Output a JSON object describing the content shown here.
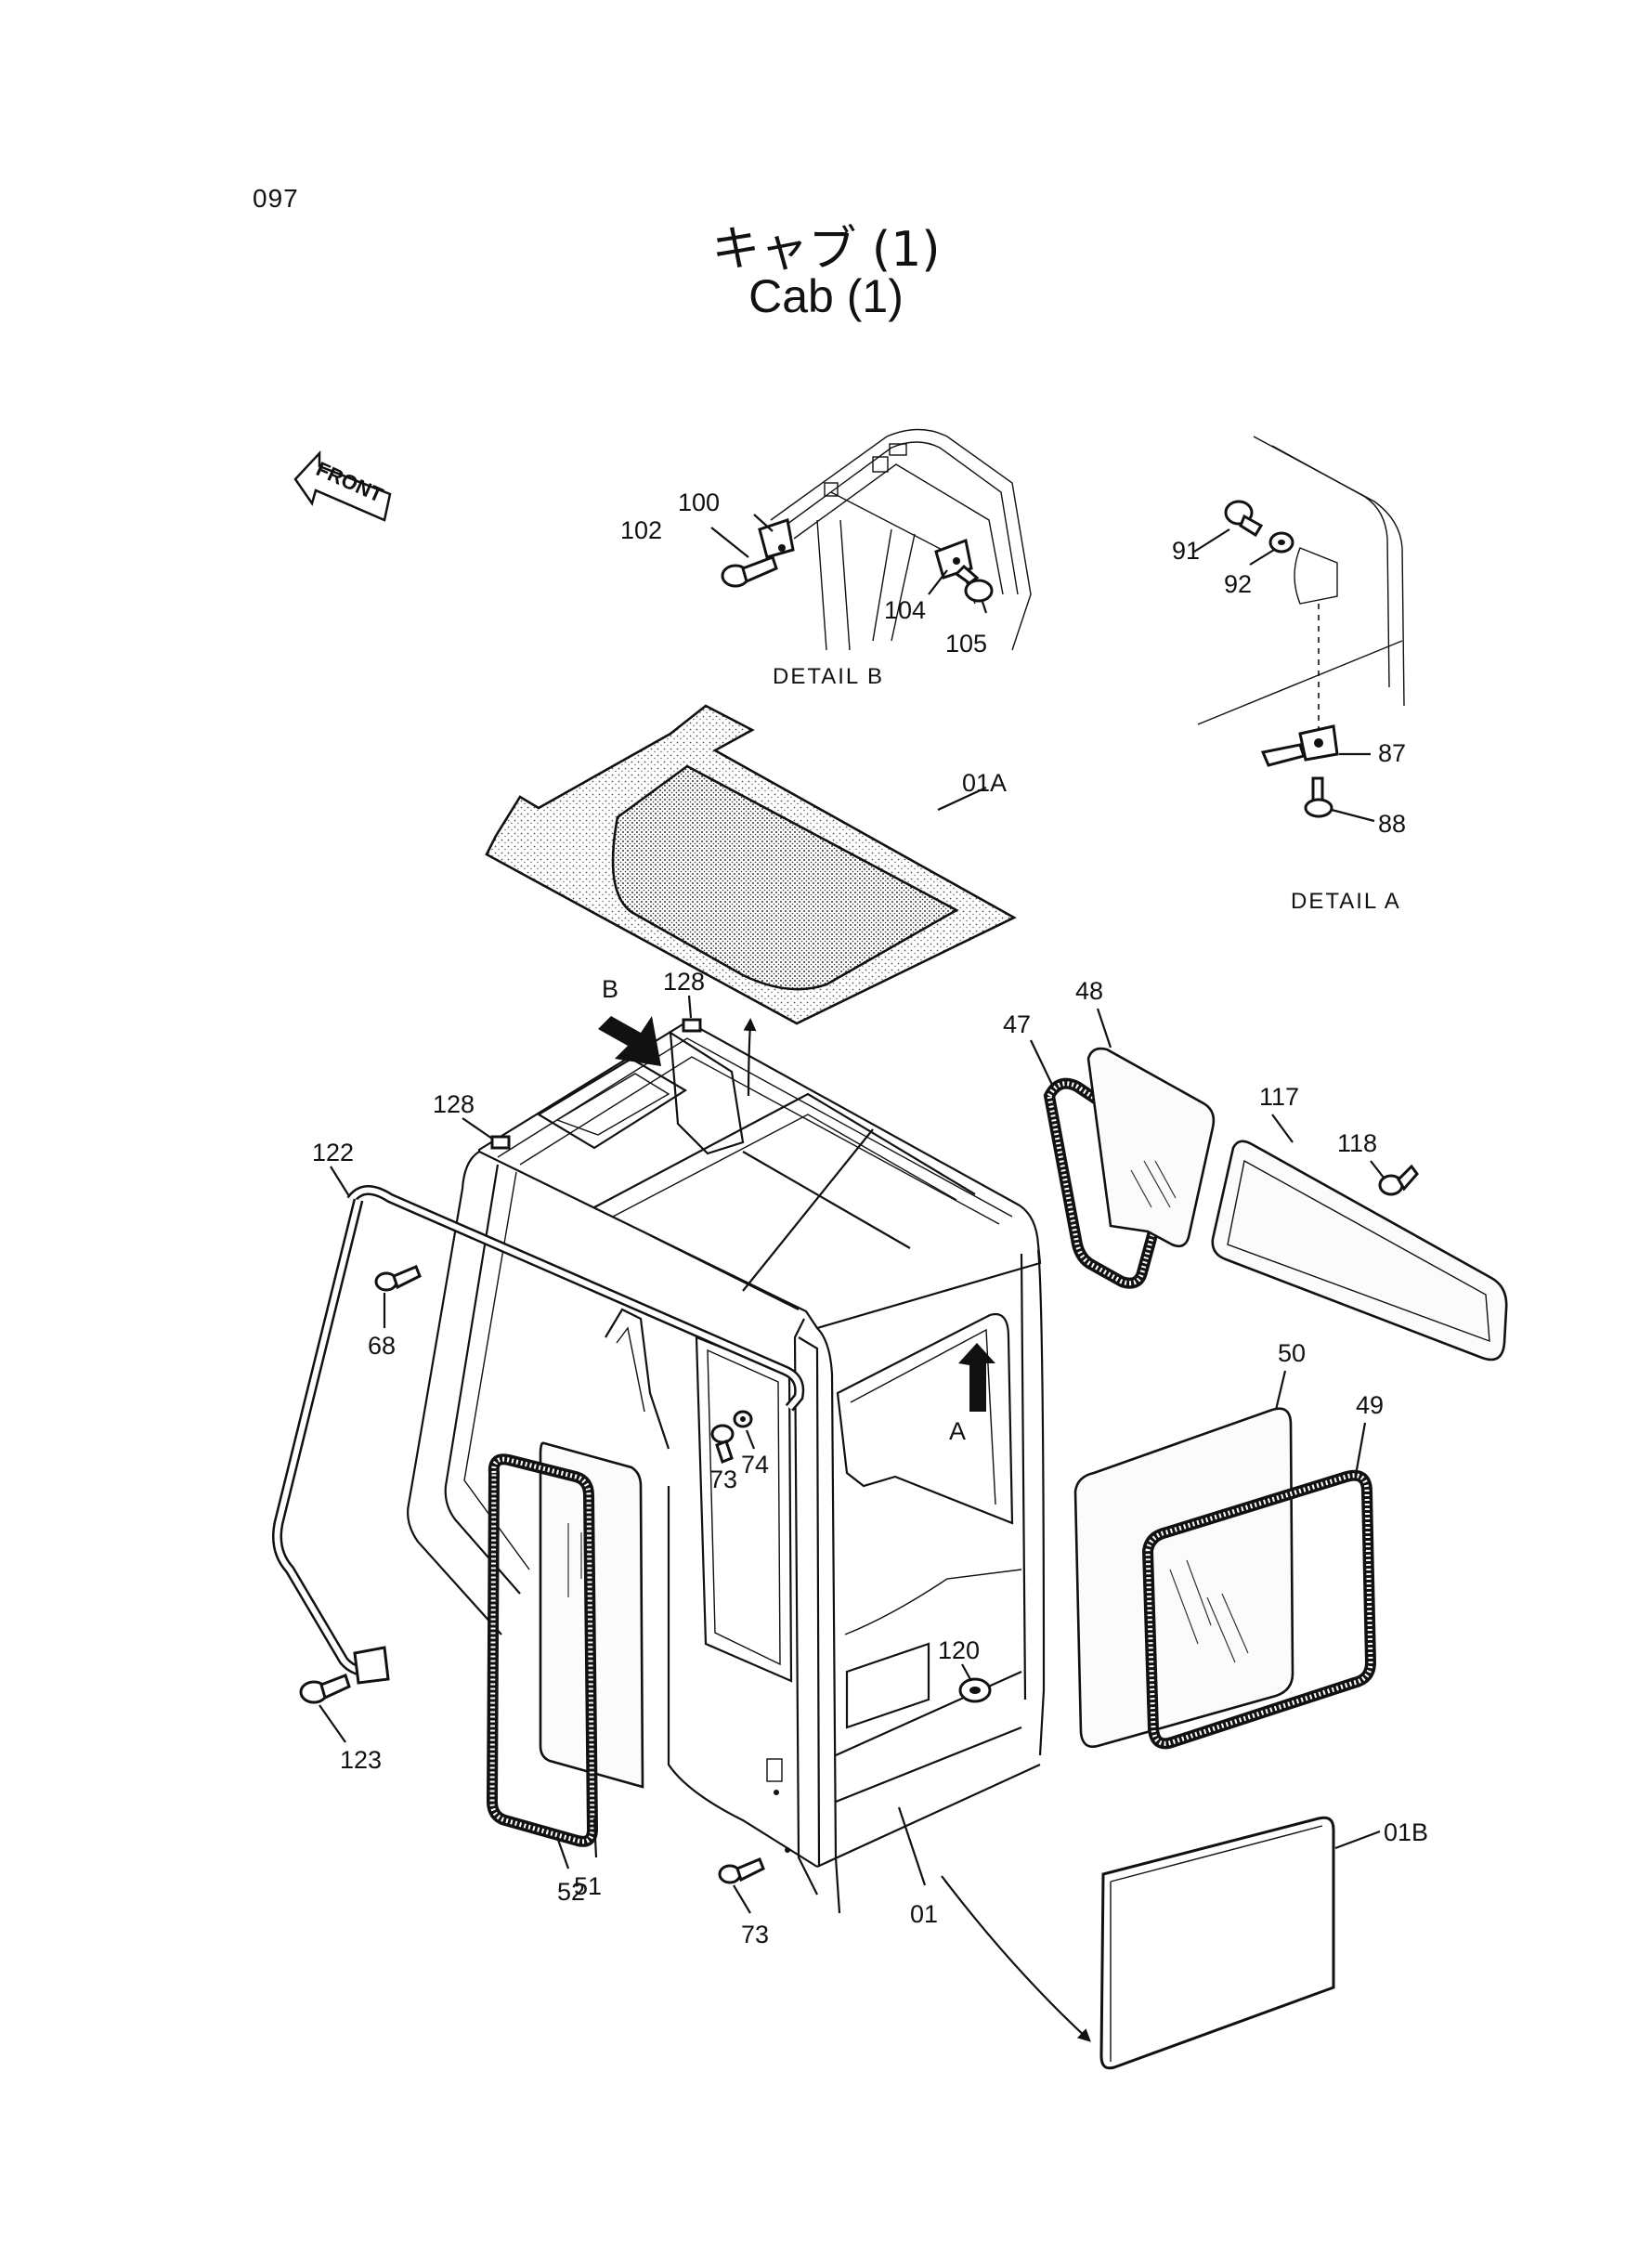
{
  "page_number": "097",
  "title": {
    "japanese": "キャブ (1)",
    "english": "Cab (1)"
  },
  "front_indicator": "FRONT",
  "detail_labels": {
    "b": "DETAIL B",
    "a": "DETAIL A"
  },
  "view_arrows": {
    "b": "B",
    "a": "A"
  },
  "callouts": {
    "c100": "100",
    "c102": "102",
    "c104": "104",
    "c105": "105",
    "c91": "91",
    "c92": "92",
    "c87": "87",
    "c88": "88",
    "c01A": "01A",
    "c128a": "128",
    "c128b": "128",
    "c122": "122",
    "c68": "68",
    "c73a": "73",
    "c74": "74",
    "c123": "123",
    "c52": "52",
    "c51": "51",
    "c73b": "73",
    "c01": "01",
    "c120": "120",
    "c47": "47",
    "c48": "48",
    "c117": "117",
    "c118": "118",
    "c50": "50",
    "c49": "49",
    "c01B": "01B"
  },
  "colors": {
    "ink": "#111111",
    "paper": "#ffffff",
    "panel_stipple": "#555555"
  }
}
